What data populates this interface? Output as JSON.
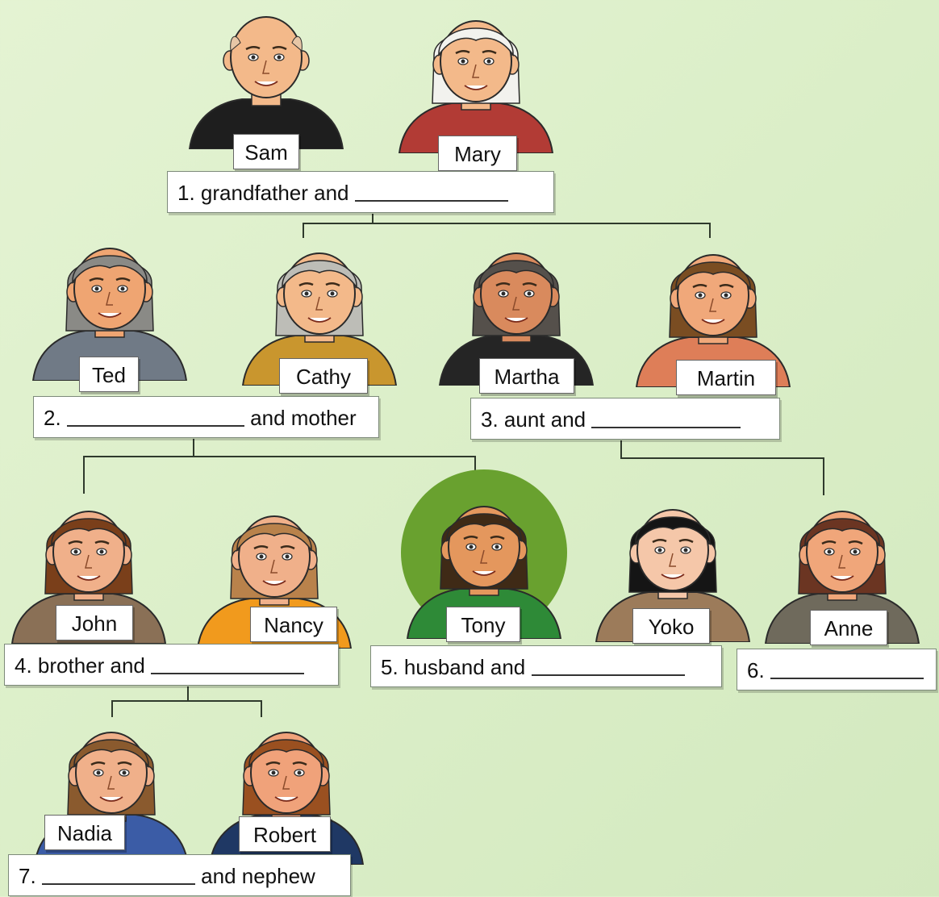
{
  "people": {
    "sam": {
      "name": "Sam",
      "hair": "#e6c6a6",
      "skin": "#f3b98a",
      "shirt": "#1e1e1e",
      "bald": true
    },
    "mary": {
      "name": "Mary",
      "hair": "#f2f2ee",
      "skin": "#f3b98a",
      "shirt": "#b23b35"
    },
    "ted": {
      "name": "Ted",
      "hair": "#8a8a86",
      "skin": "#efa572",
      "shirt": "#707a86"
    },
    "cathy": {
      "name": "Cathy",
      "hair": "#bdbdb7",
      "skin": "#f3b98a",
      "shirt": "#c9962e"
    },
    "martha": {
      "name": "Martha",
      "hair": "#55504b",
      "skin": "#d98a5d",
      "shirt": "#252525"
    },
    "martin": {
      "name": "Martin",
      "hair": "#7a4d22",
      "skin": "#f0a87a",
      "shirt": "#de7e58"
    },
    "john": {
      "name": "John",
      "hair": "#7a3f1a",
      "skin": "#f0b08a",
      "shirt": "#8a7056"
    },
    "nancy": {
      "name": "Nancy",
      "hair": "#b9824b",
      "skin": "#f0b08a",
      "shirt": "#f19a1d"
    },
    "tony": {
      "name": "Tony",
      "hair": "#3f2a16",
      "skin": "#e4975d",
      "shirt": "#2e8a37"
    },
    "yoko": {
      "name": "Yoko",
      "hair": "#151515",
      "skin": "#f5c7a9",
      "shirt": "#9c7b5a"
    },
    "anne": {
      "name": "Anne",
      "hair": "#6b3522",
      "skin": "#f0a67a",
      "shirt": "#6f6a5c"
    },
    "nadia": {
      "name": "Nadia",
      "hair": "#8a5a2e",
      "skin": "#f0b08a",
      "shirt": "#3b5ca6"
    },
    "robert": {
      "name": "Robert",
      "hair": "#9a5020",
      "skin": "#f0a27a",
      "shirt": "#1f3864"
    }
  },
  "captions": {
    "c1": {
      "before": "1. grandfather and ",
      "after": ""
    },
    "c2": {
      "before": "2. ",
      "after": " and mother"
    },
    "c3": {
      "before": "3. aunt and ",
      "after": ""
    },
    "c4": {
      "before": "4. brother and ",
      "after": ""
    },
    "c5": {
      "before": "5. husband and ",
      "after": ""
    },
    "c6": {
      "before": "6. ",
      "after": ""
    },
    "c7": {
      "before": "7. ",
      "after": " and nephew"
    }
  },
  "colors": {
    "connector": "#2f3a2c",
    "highlight": "#69a12f"
  }
}
